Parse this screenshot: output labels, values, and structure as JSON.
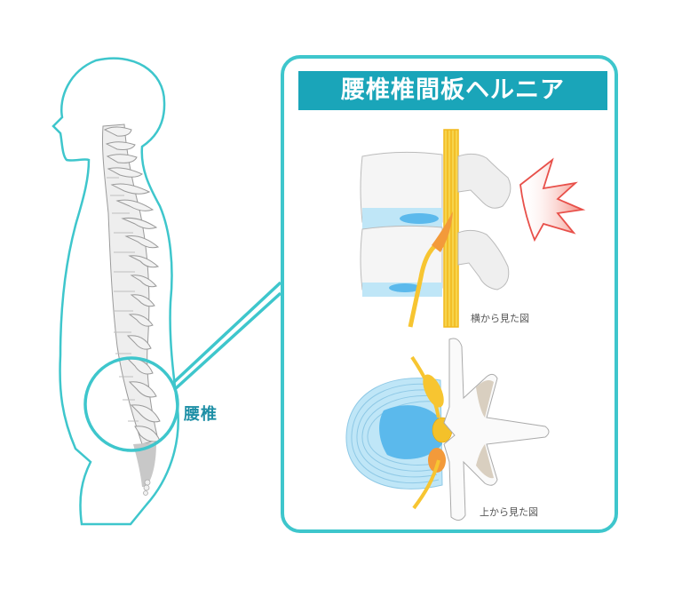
{
  "title": "腰椎椎間板ヘルニア",
  "region_label": "腰椎",
  "captions": {
    "side_view": "横から見た図",
    "top_view": "上から見た図"
  },
  "colors": {
    "outline": "#3ec6cc",
    "title_bar": "#1aa5b9",
    "title_text": "#ffffff",
    "label_text": "#1e8fa6",
    "bone": "#eeeeee",
    "bone_stroke": "#9a9a9a",
    "disc": "#bfe6f7",
    "nucleus": "#5bb9ec",
    "nerve": "#f7c531",
    "herniation": "#f39a3a",
    "pain": "#e8504a"
  },
  "figures": [
    {
      "id": "body-silhouette",
      "description": "side profile of human body with spine"
    },
    {
      "id": "side-view",
      "description": "lumbar vertebrae side view with herniated disc pressing nerve"
    },
    {
      "id": "top-view",
      "description": "vertebra top view with disc protrusion compressing nerve root"
    }
  ]
}
